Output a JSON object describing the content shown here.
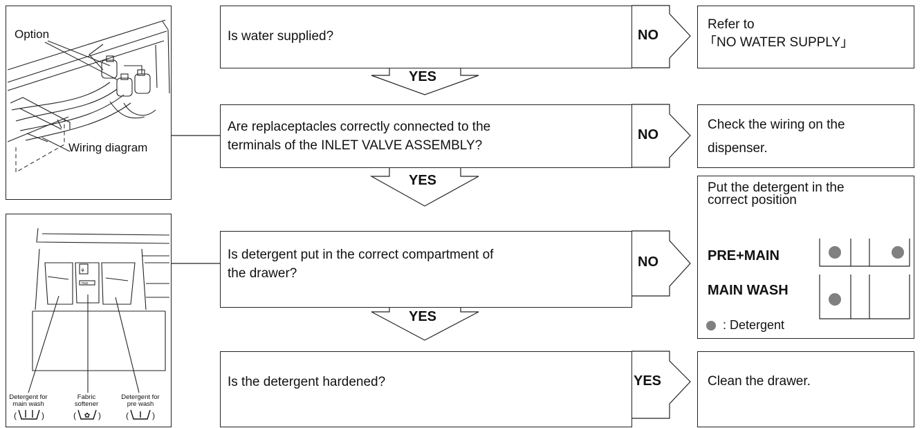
{
  "figure1": {
    "label_option": "Option",
    "label_wiring": "Wiring diagram"
  },
  "figure2": {
    "label_main": "Detergent for main wash",
    "label_main_l1": "Detergent for",
    "label_main_l2": "main wash",
    "label_fabric_l1": "Fabric",
    "label_fabric_l2": "softener",
    "label_pre_l1": "Detergent for",
    "label_pre_l2": "pre wash",
    "max_label": "max"
  },
  "steps": [
    {
      "question": "Is water supplied?",
      "branch_label": "NO",
      "result_lines": [
        "Refer to",
        "「NO WATER SUPPLY」"
      ],
      "down_label": "YES"
    },
    {
      "question_lines": [
        "Are replaceptacles correctly connected to the",
        "terminals of the INLET VALVE ASSEMBLY?"
      ],
      "branch_label": "NO",
      "result_lines": [
        "Check the wiring on the",
        "dispenser."
      ],
      "down_label": "YES"
    },
    {
      "question_lines": [
        "Is detergent put in the correct compartment of",
        "the drawer?"
      ],
      "branch_label": "NO",
      "result_title_lines": [
        "Put the detergent in the",
        "correct position"
      ],
      "row1_label": "PRE+MAIN",
      "row2_label": "MAIN WASH",
      "legend_text": ": Detergent",
      "down_label": "YES"
    },
    {
      "question": "Is the detergent hardened?",
      "branch_label": "YES",
      "result_lines": [
        "Clean the drawer."
      ]
    }
  ],
  "colors": {
    "line": "#222222",
    "dot": "#808080"
  }
}
